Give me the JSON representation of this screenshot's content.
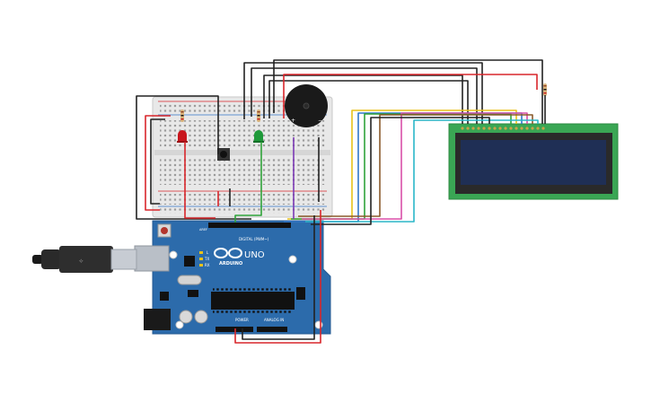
{
  "arduino": {
    "logo_text": "ARDUINO",
    "model_text": "UNO",
    "digital_label": "DIGITAL (PWM~)",
    "power_label": "POWER",
    "analog_label": "ANALOG IN",
    "tx_label": "TX",
    "rx_label": "RX",
    "l_label": "L",
    "aref_label": "AREF"
  },
  "buzzer": {
    "plus_label": "+",
    "minus_label": "−"
  },
  "colors": {
    "board": "#2c6bab",
    "breadboard": "#e9e9e9",
    "lcd_pcb": "#3aa654",
    "lcd_screen": "#1f2f55",
    "wire_red": "#d9262b",
    "wire_black": "#222222",
    "wire_green": "#2fa33a",
    "wire_purple": "#7c3ab5",
    "wire_yellow": "#e8c21a",
    "wire_blue": "#3276c8",
    "wire_cyan": "#2bb7c9",
    "wire_brown": "#8a5a2b",
    "wire_pink": "#d94fa8",
    "led_red": "#c8161d",
    "led_green": "#1f9a3a"
  }
}
